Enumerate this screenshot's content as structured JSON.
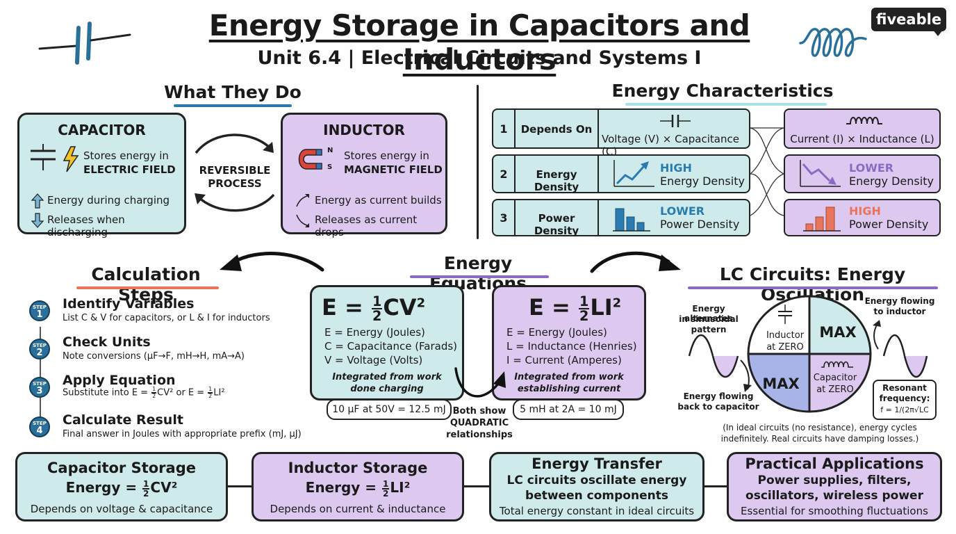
{
  "header": {
    "title": "Energy Storage in Capacitors and Inductors",
    "subtitle": "Unit 6.4 | Electrical Circuits and Systems I",
    "brand": "fiveable",
    "brand_colors": {
      "dark": "#222222",
      "accent": "#a7e3e6"
    }
  },
  "what_they_do": {
    "heading": "What They Do",
    "capacitor": {
      "title": "CAPACITOR",
      "stores_line1": "Stores energy in",
      "stores_line2": "ELECTRIC FIELD",
      "charge": "Energy during charging",
      "discharge": "Releases when discharging"
    },
    "reversible_line1": "REVERSIBLE",
    "reversible_line2": "PROCESS",
    "inductor": {
      "title": "INDUCTOR",
      "magnet_n": "N",
      "magnet_s": "S",
      "stores_line1": "Stores energy in",
      "stores_line2": "MAGNETIC FIELD",
      "builds": "Energy as current builds",
      "drops": "Releases as current drops"
    }
  },
  "energy_characteristics": {
    "heading": "Energy Characteristics",
    "rows": [
      {
        "num": "1",
        "label": "Depends On",
        "cap_line1": "",
        "cap_line2": "Voltage (V) × Capacitance (C)",
        "ind_line1": "",
        "ind_line2": "Current (I) × Inductance (L)"
      },
      {
        "num": "2",
        "label": "Energy Density",
        "cap_line1": "HIGH",
        "cap_line2": "Energy Density",
        "ind_line1": "LOWER",
        "ind_line2": "Energy Density"
      },
      {
        "num": "3",
        "label": "Power Density",
        "cap_line1": "LOWER",
        "cap_line2": "Power Density",
        "ind_line1": "HIGH",
        "ind_line2": "Power Density"
      }
    ],
    "colors": {
      "high_blue": "#2a7bb0",
      "lower_purple": "#8a6bc4",
      "high_orange": "#e8745a"
    }
  },
  "calculation_steps": {
    "heading": "Calculation Steps",
    "step_word": "STEP",
    "steps": [
      {
        "num": "1",
        "title": "Identify Variables",
        "desc": "List C & V for capacitors, or L & I for inductors"
      },
      {
        "num": "2",
        "title": "Check Units",
        "desc": "Note conversions (μF→F, mH→H, mA→A)"
      },
      {
        "num": "3",
        "title": "Apply Equation",
        "desc_pre": "Substitute into E = ",
        "desc_mid": "CV² or E = ",
        "desc_post": "LI²"
      },
      {
        "num": "4",
        "title": "Calculate Result",
        "desc": "Final answer in Joules with appropriate prefix (mJ, μJ)"
      }
    ]
  },
  "energy_equations": {
    "heading": "Energy Equations",
    "half_num": "1",
    "half_den": "2",
    "cap": {
      "eq_left": "E = ",
      "eq_right": "CV",
      "eq_sup": "2",
      "vars": [
        "E = Energy (Joules)",
        "C = Capacitance (Farads)",
        "V = Voltage (Volts)"
      ],
      "note_line1": "Integrated from work",
      "note_line2": "done charging",
      "example": "10 μF at 50V = 12.5 mJ"
    },
    "ind": {
      "eq_left": "E = ",
      "eq_right": "LI",
      "eq_sup": "2",
      "vars": [
        "E = Energy (Joules)",
        "L = Inductance (Henries)",
        "I = Current (Amperes)"
      ],
      "note_line1": "Integrated from work",
      "note_line2": "establishing current",
      "example": "5 mH at 2A = 10 mJ"
    },
    "both_line1": "Both show",
    "both_line2": "QUADRATIC",
    "both_line3": "relationships"
  },
  "lc_circuits": {
    "heading": "LC Circuits: Energy Oscillation",
    "alternates_line1": "Energy alternates",
    "alternates_line2": "in sinusoidal",
    "alternates_line3": "pattern",
    "flowing_to_line1": "Energy flowing",
    "flowing_to_line2": "to inductor",
    "flowing_back_line1": "Energy flowing",
    "flowing_back_line2": "back to capacitor",
    "q_inductor_line1": "Inductor",
    "q_inductor_line2": "at ZERO",
    "q_max_top": "MAX",
    "q_max_bottom": "MAX",
    "q_capacitor_line1": "Capacitor",
    "q_capacitor_line2": "at ZERO",
    "resonant_line1": "Resonant",
    "resonant_line2": "frequency:",
    "resonant_formula": "f = 1/(2π√LC",
    "ideal_line1": "(In ideal circuits (no resistance), energy cycles",
    "ideal_line2": "indefinitely. Real circuits have damping losses.)"
  },
  "summary": [
    {
      "title": "Capacitor Storage",
      "line1_pre": "Energy = ",
      "line1_post": "CV²",
      "line2": "Depends on voltage & capacitance",
      "line3": ""
    },
    {
      "title": "Inductor Storage",
      "line1_pre": "Energy = ",
      "line1_post": "LI²",
      "line2": "Depends on current & inductance",
      "line3": ""
    },
    {
      "title": "Energy Transfer",
      "line1": "LC circuits oscillate energy",
      "line2": "between components",
      "line3": "Total energy constant in ideal circuits"
    },
    {
      "title": "Practical Applications",
      "line1": "Power supplies, filters,",
      "line2": "oscillators, wireless power",
      "line3": "Essential for smoothing fluctuations"
    }
  ],
  "palette": {
    "teal": "#cfeaea",
    "purple": "#ddc9ef",
    "step_blue": "#2a6f9a",
    "orange_underline": "#e8745a",
    "purple_underline": "#8a6bc4",
    "blue_underline": "#2a7bb0"
  }
}
